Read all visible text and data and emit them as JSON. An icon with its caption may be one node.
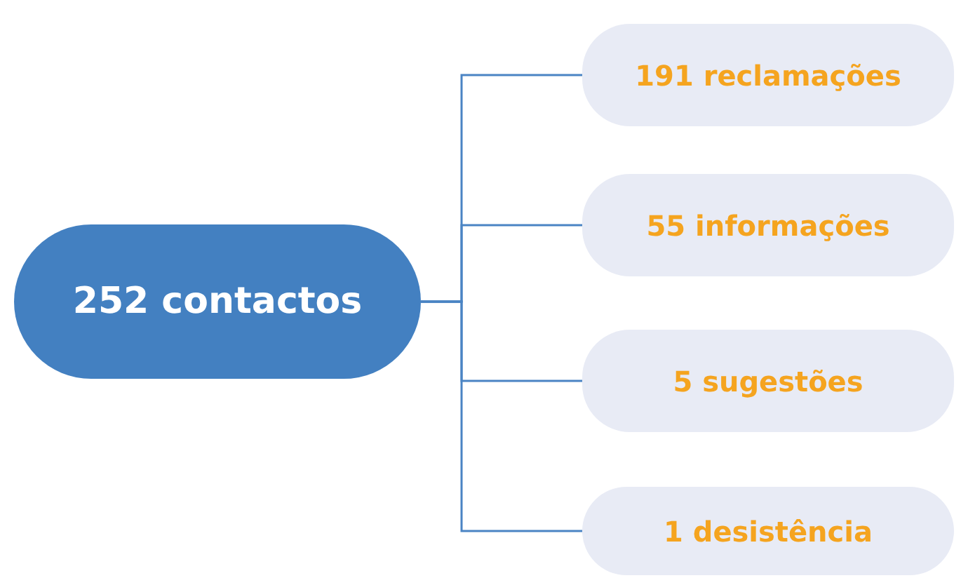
{
  "diagram": {
    "nodes": [
      {
        "text": [
          "252 contactos"
        ]
      },
      {
        "text": [
          "191 reclamações"
        ]
      },
      {
        "text": [
          "55 informações"
        ]
      },
      {
        "text": [
          "5 sugestões"
        ]
      },
      {
        "text": [
          "1 desistência"
        ]
      }
    ],
    "edges": [
      {
        "from": 0,
        "to": 1,
        "arrow": "none"
      },
      {
        "from": 0,
        "to": 2,
        "arrow": "none"
      },
      {
        "from": 0,
        "to": 3,
        "arrow": "none"
      },
      {
        "from": 0,
        "to": 4,
        "arrow": "none"
      }
    ]
  }
}
